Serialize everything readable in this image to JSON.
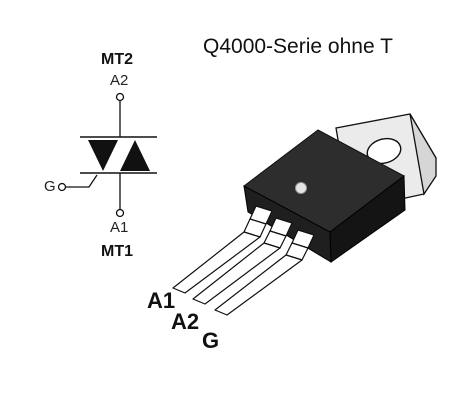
{
  "title": "Q4000-Serie ohne T",
  "symbol": {
    "mt2_label": "MT2",
    "a2_label": "A2",
    "gate_label": "G",
    "a1_label": "A1",
    "mt1_label": "MT1"
  },
  "package": {
    "lead_labels": [
      "A1",
      "A2",
      "G"
    ]
  }
}
